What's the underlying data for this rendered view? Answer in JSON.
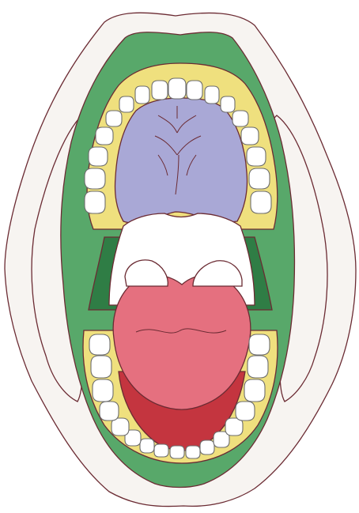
{
  "colors": {
    "background": "#ffffff",
    "lips": "#f7f4f1",
    "outline": "#6b2b33",
    "mucosa_green": "#58a86a",
    "gingiva_yellow": "#efe07e",
    "hard_palate": "#a9a8d6",
    "throat_white": "#ffffff",
    "oropharynx_dark": "#2f7d45",
    "tongue": "#e5707f",
    "floor_of_mouth": "#c4353f",
    "tooth": "#ffffff",
    "tooth_outline": "#6d6d6d"
  },
  "regions": [
    "outer-lips",
    "oral-vestibule",
    "gingiva",
    "hard-palate",
    "oropharynx",
    "tongue",
    "floor-of-mouth",
    "upper-dental-arch",
    "lower-dental-arch"
  ]
}
